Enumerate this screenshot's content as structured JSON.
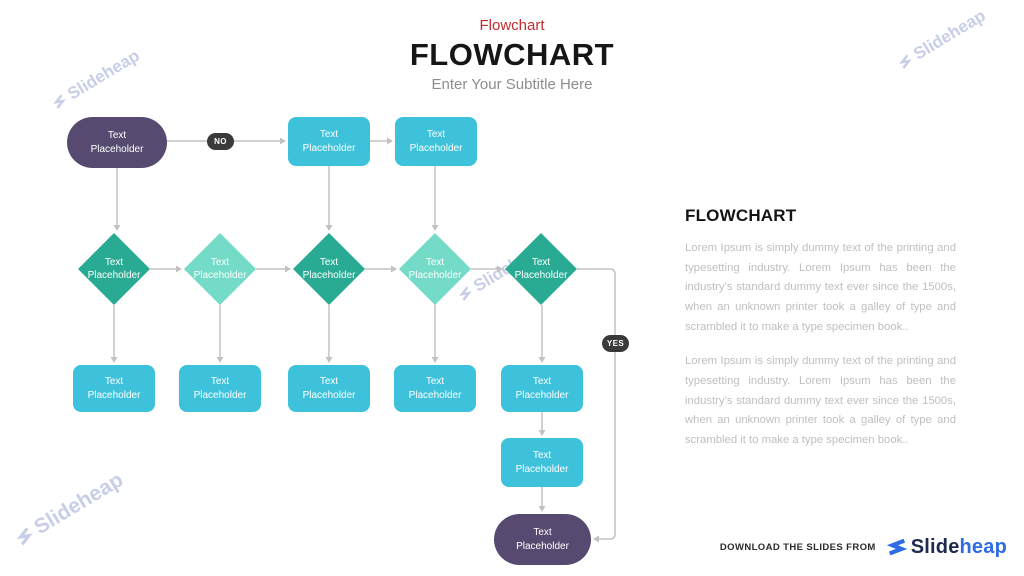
{
  "header": {
    "kicker": "Flowchart",
    "title": "FLOWCHART",
    "subtitle": "Enter Your Subtitle Here"
  },
  "watermark": {
    "text": "Slideheap"
  },
  "flowchart": {
    "badges": {
      "no": "NO",
      "yes": "YES"
    },
    "nodes": [
      {
        "id": "start",
        "shape": "stadium",
        "label": "Text Placeholder"
      },
      {
        "id": "process-top-1",
        "shape": "rect",
        "label": "Text Placeholder"
      },
      {
        "id": "process-top-2",
        "shape": "rect",
        "label": "Text Placeholder"
      },
      {
        "id": "decision-1",
        "shape": "diamond",
        "label": "Text Placeholder"
      },
      {
        "id": "decision-2",
        "shape": "diamond",
        "label": "Text Placeholder"
      },
      {
        "id": "decision-3",
        "shape": "diamond",
        "label": "Text Placeholder"
      },
      {
        "id": "decision-4",
        "shape": "diamond",
        "label": "Text Placeholder"
      },
      {
        "id": "decision-5",
        "shape": "diamond",
        "label": "Text Placeholder"
      },
      {
        "id": "process-bottom-1",
        "shape": "rect",
        "label": "Text Placeholder"
      },
      {
        "id": "process-bottom-2",
        "shape": "rect",
        "label": "Text Placeholder"
      },
      {
        "id": "process-bottom-3",
        "shape": "rect",
        "label": "Text Placeholder"
      },
      {
        "id": "process-bottom-4",
        "shape": "rect",
        "label": "Text Placeholder"
      },
      {
        "id": "process-bottom-5",
        "shape": "rect",
        "label": "Text Placeholder"
      },
      {
        "id": "process-extra",
        "shape": "rect",
        "label": "Text Placeholder"
      },
      {
        "id": "end",
        "shape": "stadium",
        "label": "Text Placeholder"
      }
    ]
  },
  "panel": {
    "heading": "FLOWCHART",
    "paragraph1": "Lorem Ipsum is simply dummy text of the printing and typesetting industry. Lorem Ipsum has been the industry’s standard dummy text ever since the 1500s, when an unknown printer took a galley of type and scrambled it to make a type specimen book..",
    "paragraph2": "Lorem Ipsum is simply dummy text of the printing and typesetting industry. Lorem Ipsum has been the industry’s standard dummy text ever since the 1500s, when an unknown printer took a galley of type and scrambled it to make a type specimen book.."
  },
  "footer": {
    "download_label": "DOWNLOAD THE SLIDES FROM",
    "brand_first": "Slide",
    "brand_second": "heap"
  },
  "colors": {
    "purple": "#564A70",
    "cyan": "#3EC2DB",
    "teal_dark": "#29AB93",
    "teal_light": "#73DBC7",
    "badge_dark": "#3A3A3A",
    "connector_gray": "#C2C2C2",
    "kicker_red": "#C42B2E",
    "brand_navy": "#1D2B4F",
    "brand_blue": "#2E6BE5",
    "watermark": "#C6CCE7"
  }
}
